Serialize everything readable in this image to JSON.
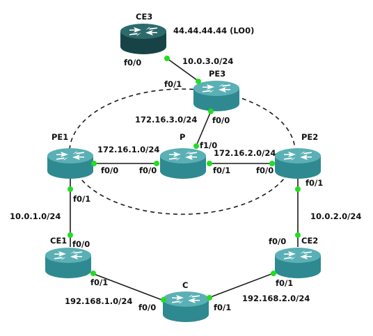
{
  "colors": {
    "router_top": "#5ab0b5",
    "router_side": "#2e8a90",
    "router_side_dark": "#1c6266",
    "ce3_top": "#2c6a6c",
    "ce3_side": "#174346",
    "port_dot": "#22dd22",
    "link": "#1a1a1a"
  },
  "routers": {
    "ce3": {
      "name": "CE3",
      "loopback": "44.44.44.44 (LO0)",
      "icon": "router-icon"
    },
    "pe3": {
      "name": "PE3",
      "icon": "router-icon"
    },
    "pe1": {
      "name": "PE1",
      "icon": "router-icon"
    },
    "p": {
      "name": "P",
      "icon": "router-icon"
    },
    "pe2": {
      "name": "PE2",
      "icon": "router-icon"
    },
    "ce1": {
      "name": "CE1",
      "icon": "router-icon"
    },
    "ce2": {
      "name": "CE2",
      "icon": "router-icon"
    },
    "c": {
      "name": "C",
      "icon": "router-icon"
    }
  },
  "links": {
    "ce3_pe3": {
      "subnet": "10.0.3.0/24",
      "port_a": "f0/0",
      "port_b": "f0/1"
    },
    "pe3_p": {
      "subnet": "172.16.3.0/24",
      "port_a": "f0/0",
      "port_b": "f1/0"
    },
    "pe1_p": {
      "subnet": "172.16.1.0/24",
      "port_a": "f0/0",
      "port_b": "f0/0"
    },
    "p_pe2": {
      "subnet": "172.16.2.0/24",
      "port_a": "f0/1",
      "port_b": "f0/0"
    },
    "pe1_ce1": {
      "subnet": "10.0.1.0/24",
      "port_a": "f0/1",
      "port_b": "f0/0"
    },
    "pe2_ce2": {
      "subnet": "10.0.2.0/24",
      "port_a": "f0/1",
      "port_b": "f0/0"
    },
    "ce1_c": {
      "subnet": "192.168.1.0/24",
      "port_a": "f0/1",
      "port_b": "f0/0"
    },
    "c_ce2": {
      "subnet": "192.168.2.0/24",
      "port_a": "f0/1",
      "port_b": "f0/1"
    }
  }
}
